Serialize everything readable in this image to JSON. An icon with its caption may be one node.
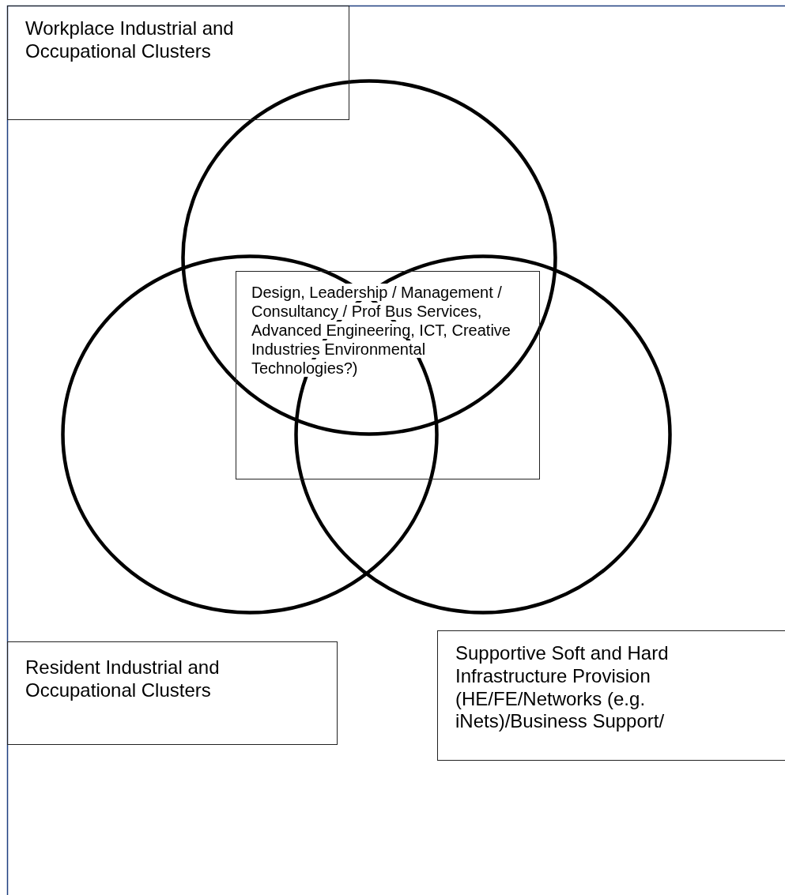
{
  "diagram": {
    "nodes": [
      {
        "text": [
          "Workplace Industrial and Occupational Clusters"
        ]
      },
      {
        "text": [],
        "shape": "circle"
      },
      {
        "text": [],
        "shape": "circle"
      },
      {
        "text": [],
        "shape": "circle"
      },
      {
        "text": [
          "Design, Leadership / Management / Consultancy / Prof Bus Services, Advanced Engineering, ICT, Creative Industries Environmental Technologies?)"
        ]
      },
      {
        "text": [
          "Resident Industrial and Occupational Clusters"
        ]
      },
      {
        "text": [
          "Supportive Soft and Hard Infrastructure Provision (HE/FE/Networks (e.g. iNets)/Business Support/"
        ]
      }
    ]
  }
}
